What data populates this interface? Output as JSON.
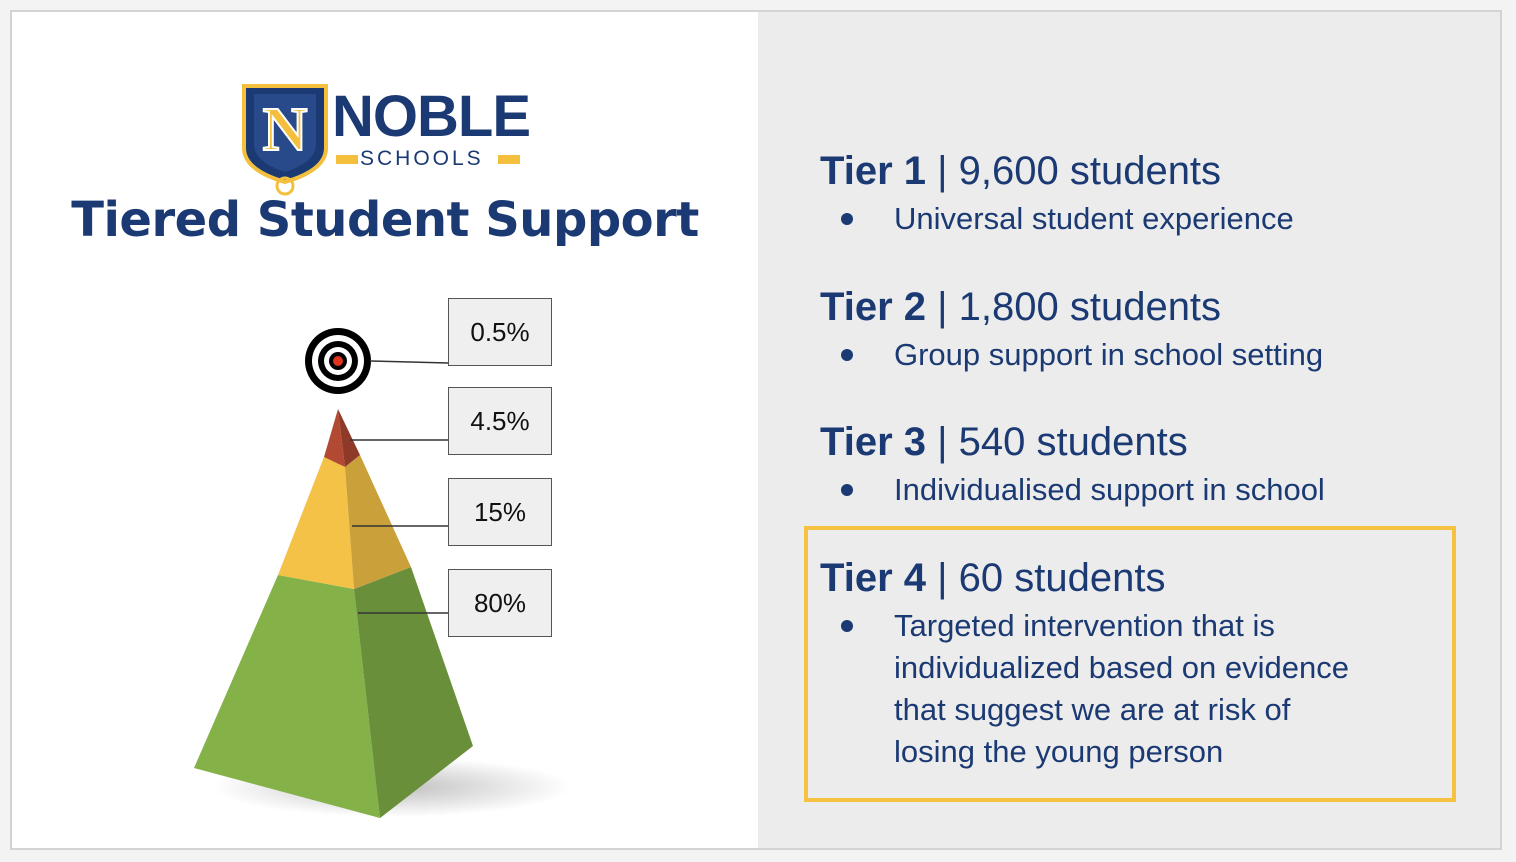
{
  "logo": {
    "word": "NOBLE",
    "sub": "SCHOOLS",
    "letter": "N"
  },
  "title": "Tiered Student Support",
  "pyramid": {
    "labels": [
      "0.5%",
      "4.5%",
      "15%",
      "80%"
    ],
    "colors": {
      "green": "#84b249",
      "green_dark": "#6a8f3b",
      "yellow": "#f4c246",
      "yellow_dark": "#caa03a",
      "red": "#b24a33",
      "red_dark": "#8f3a28"
    }
  },
  "tiers": [
    {
      "name": "Tier 1",
      "count": "9,600 students",
      "bullet": "Universal student experience"
    },
    {
      "name": "Tier 2",
      "count": "1,800 students",
      "bullet": "Group support in school setting"
    },
    {
      "name": "Tier 3",
      "count": "540 students",
      "bullet": "Individualised support in school"
    },
    {
      "name": "Tier 4",
      "count": "60 students",
      "bullet": "Targeted intervention that is individualized based on evidence that suggest we are at risk of losing the young person",
      "highlighted": true
    }
  ],
  "colors": {
    "navy": "#1b3a73",
    "gold": "#f5c242",
    "panel": "#ececec"
  },
  "icons": {
    "target": "target-icon"
  }
}
